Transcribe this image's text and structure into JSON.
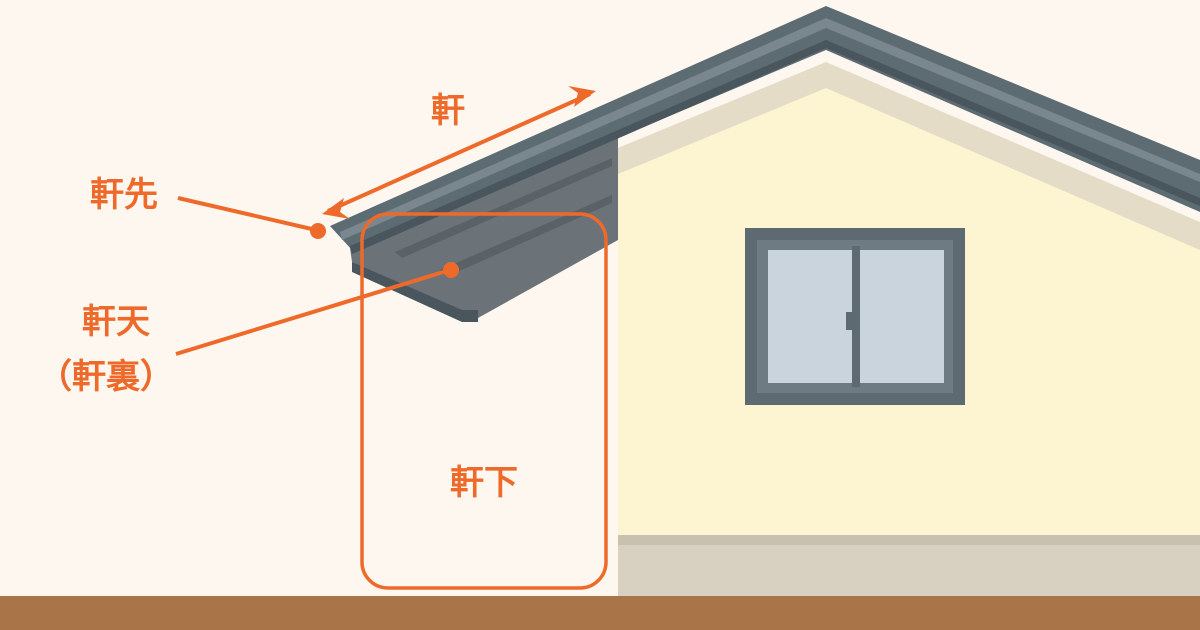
{
  "labels": {
    "noki": "軒",
    "nokisaki": "軒先",
    "nokiten_line1": "軒天",
    "nokiten_line2": "（軒裏）",
    "nokishita": "軒下"
  },
  "colors": {
    "background": "#fdf7f0",
    "accent": "#ee6a2a",
    "roof": "#5d6b73",
    "roof_dark": "#4a565d",
    "eave_shadow": "#6b7378",
    "wall": "#fdf4d2",
    "wall_trim": "#e4dcc6",
    "foundation": "#d8d0c0",
    "ground": "#a97548",
    "window_frame": "#5e6a72",
    "glass": "#c9d4dc"
  }
}
